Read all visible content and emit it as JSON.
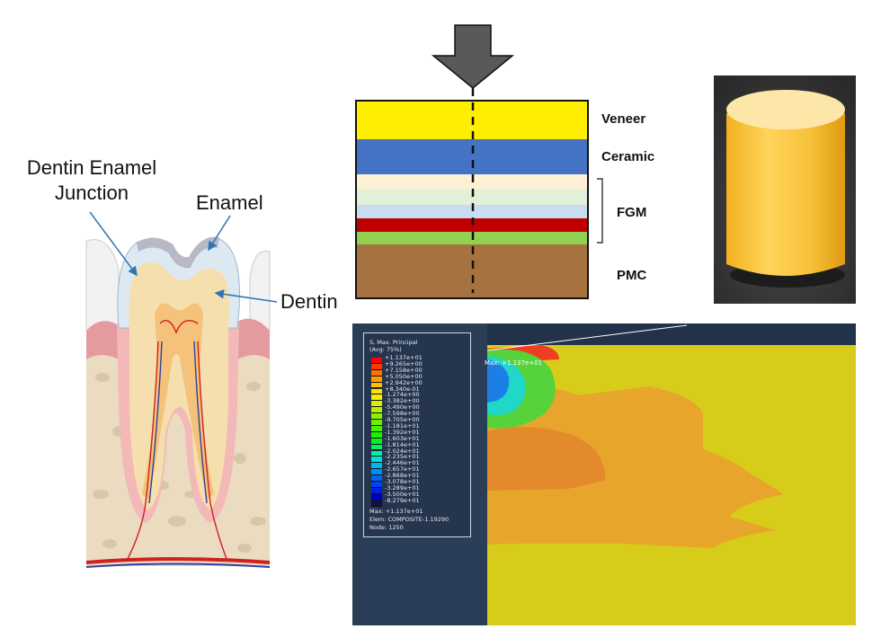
{
  "tooth_labels": {
    "dej": [
      "Dentin Enamel",
      "Junction"
    ],
    "enamel": "Enamel",
    "dentin": "Dentin"
  },
  "layer_labels": {
    "veneer": "Veneer",
    "ceramic": "Ceramic",
    "fgm": "FGM",
    "pmc": "PMC"
  },
  "colors": {
    "veneer": "#ffee00",
    "ceramic": "#4472c4",
    "fgm_1": "#fdf0d5",
    "fgm_2": "#e2efd9",
    "fgm_3": "#c9dcf0",
    "fgm_4": "#c00000",
    "fgm_5": "#92d050",
    "pmc": "#a67240",
    "arrow": "#595959",
    "fea_background": "#d8cc1b",
    "legend_panel": "#24354d"
  },
  "fea": {
    "legend_title": [
      "S, Max. Principal",
      "(Avg: 75%)"
    ],
    "legend_values": [
      "+1.137e+01",
      "+9.265e+00",
      "+7.158e+00",
      "+5.050e+00",
      "+2.942e+00",
      "+8.340e-01",
      "-1.274e+00",
      "-3.382e+00",
      "-5.490e+00",
      "-7.598e+00",
      "-9.705e+00",
      "-1.181e+01",
      "-1.392e+01",
      "-1.603e+01",
      "-1.814e+01",
      "-2.024e+01",
      "-2.235e+01",
      "-2.446e+01",
      "-2.657e+01",
      "-2.868e+01",
      "-3.078e+01",
      "-3.289e+01",
      "-3.500e+01",
      "-8.279e+01"
    ],
    "legend_colors": [
      "#ff0000",
      "#ff3a00",
      "#ff7000",
      "#ff9c00",
      "#ffc000",
      "#ffe000",
      "#f5f000",
      "#d8f000",
      "#b4f000",
      "#90f000",
      "#6cf000",
      "#48f000",
      "#20f000",
      "#00f020",
      "#00f060",
      "#00f0a0",
      "#00e0d8",
      "#00b8f0",
      "#0090f0",
      "#0068f0",
      "#0040f0",
      "#0020e0",
      "#0000c0",
      "#10104a"
    ],
    "legend_footer": [
      "Max: +1.137e+01",
      "Elem: COMPOSITE-1.19290",
      "Node: 1250"
    ],
    "max_annotation": "Max: +1.137e+01"
  }
}
